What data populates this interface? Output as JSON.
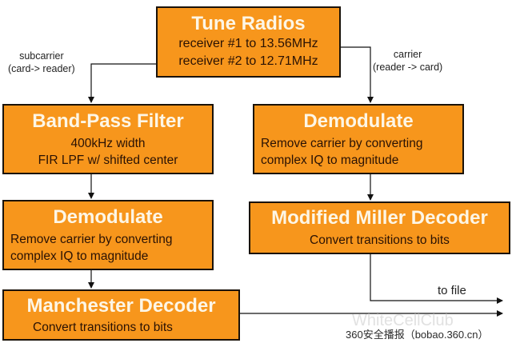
{
  "tune": {
    "title": "Tune Radios",
    "lines": [
      "receiver #1 to 13.56MHz",
      "receiver #2 to 12.71MHz"
    ]
  },
  "labels": {
    "subcarrier": [
      "subcarrier",
      "(card-> reader)"
    ],
    "carrier": [
      "carrier",
      "(reader -> card)"
    ],
    "to_file": "to file"
  },
  "left_column": {
    "bandpass": {
      "title": "Band-Pass Filter",
      "lines": [
        "400kHz width",
        "FIR LPF w/ shifted center"
      ]
    },
    "demodulate": {
      "title": "Demodulate",
      "lines": [
        "Remove carrier by converting",
        "complex IQ to magnitude"
      ]
    },
    "manchester": {
      "title": "Manchester Decoder",
      "lines": [
        "Convert transitions to bits"
      ]
    }
  },
  "right_column": {
    "demodulate": {
      "title": "Demodulate",
      "lines": [
        "Remove carrier by converting",
        "complex IQ to magnitude"
      ]
    },
    "miller": {
      "title": "Modified Miller Decoder",
      "lines": [
        "Convert transitions to bits"
      ]
    }
  },
  "watermark": {
    "brand": "WhiteCellClub",
    "source": "360安全播报（bobao.360.cn）"
  },
  "colors": {
    "box_fill": "#F7961C",
    "box_title": "#fdf6e6",
    "box_text": "#2a1204"
  }
}
